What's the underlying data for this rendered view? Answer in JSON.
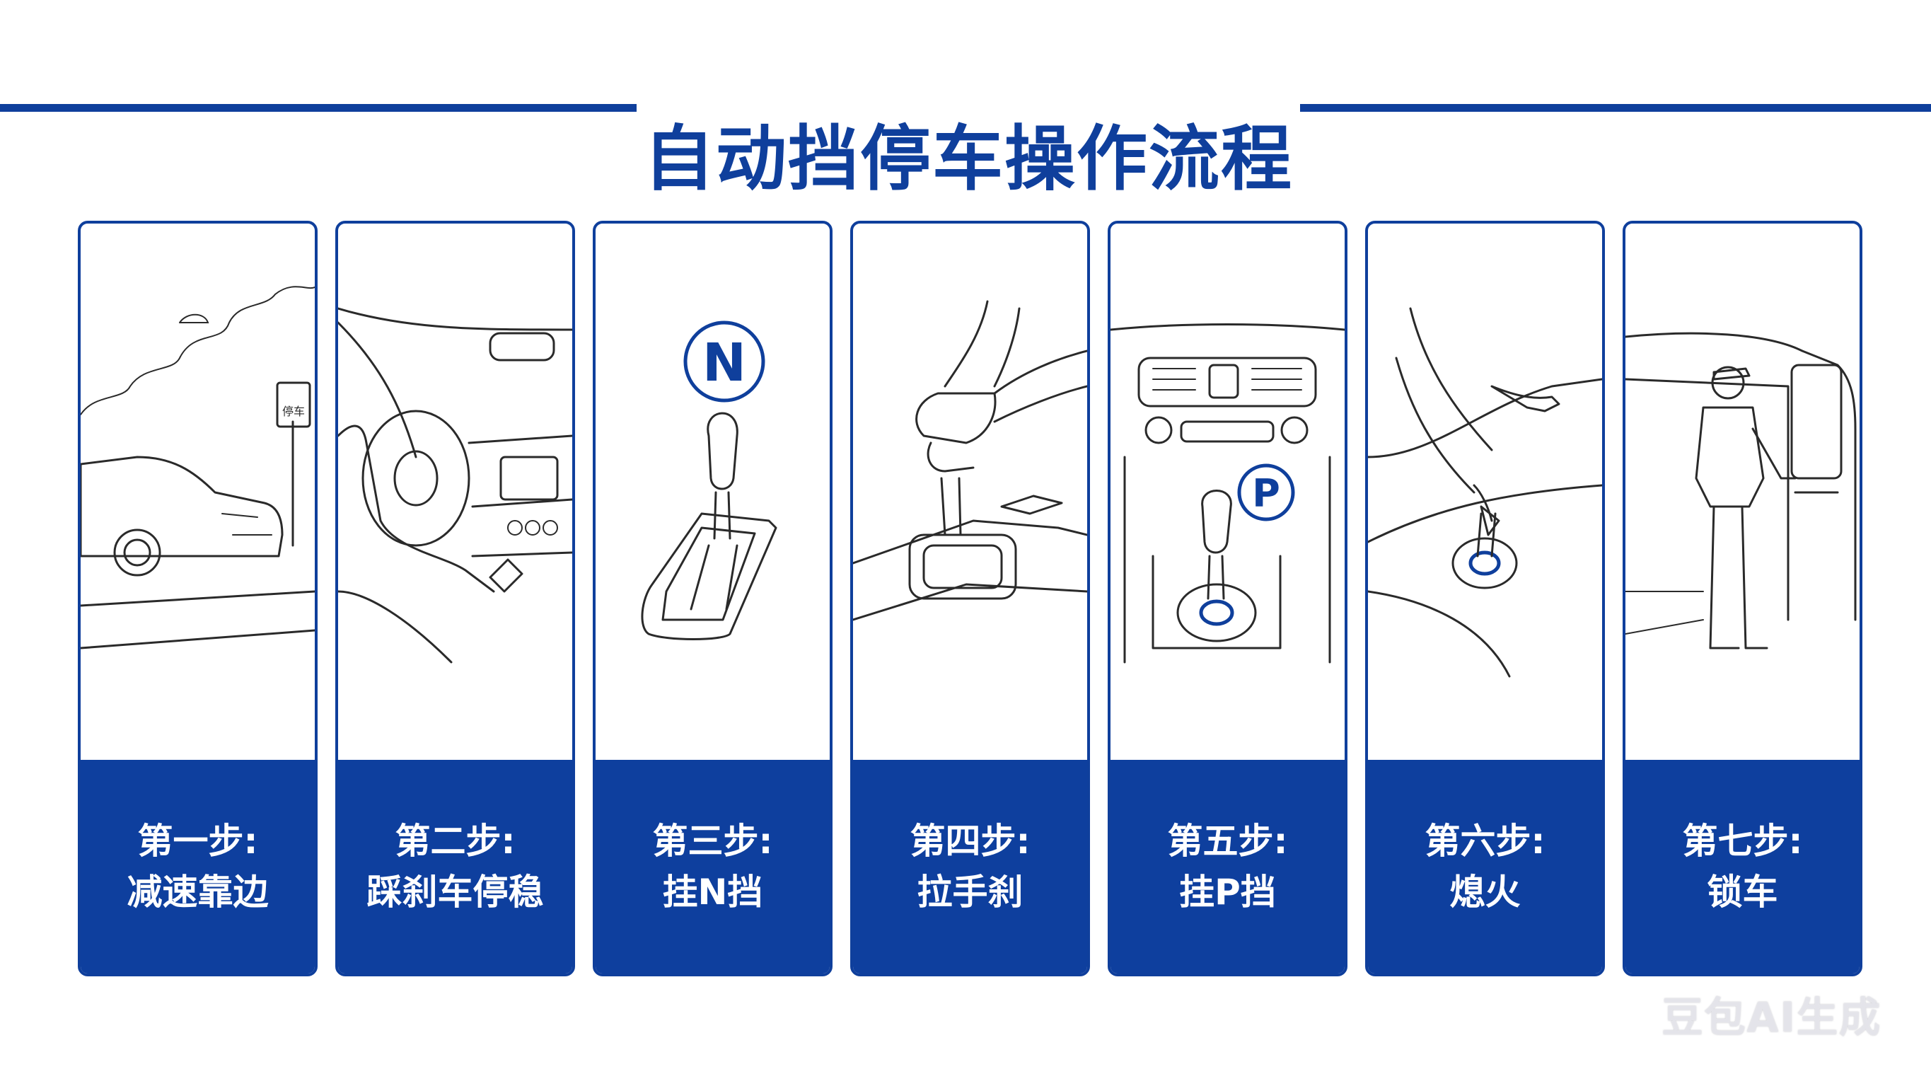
{
  "title": "自动挡停车操作流程",
  "accent_color": "#0f3f9c",
  "steps": [
    {
      "step": "第一步:",
      "action": "减速靠边",
      "icon": "car-roadside-icon",
      "sign_text": "停车"
    },
    {
      "step": "第二步:",
      "action": "踩刹车停稳",
      "icon": "driver-brake-icon"
    },
    {
      "step": "第三步:",
      "action": "挂N挡",
      "icon": "gear-shift-n-icon",
      "badge": "N"
    },
    {
      "step": "第四步:",
      "action": "拉手刹",
      "icon": "handbrake-icon"
    },
    {
      "step": "第五步:",
      "action": "挂P挡",
      "icon": "gear-shift-p-icon",
      "badge": "P"
    },
    {
      "step": "第六步:",
      "action": "熄火",
      "icon": "engine-off-icon"
    },
    {
      "step": "第七步:",
      "action": "锁车",
      "icon": "lock-car-icon"
    }
  ],
  "watermark": "豆包AI生成"
}
